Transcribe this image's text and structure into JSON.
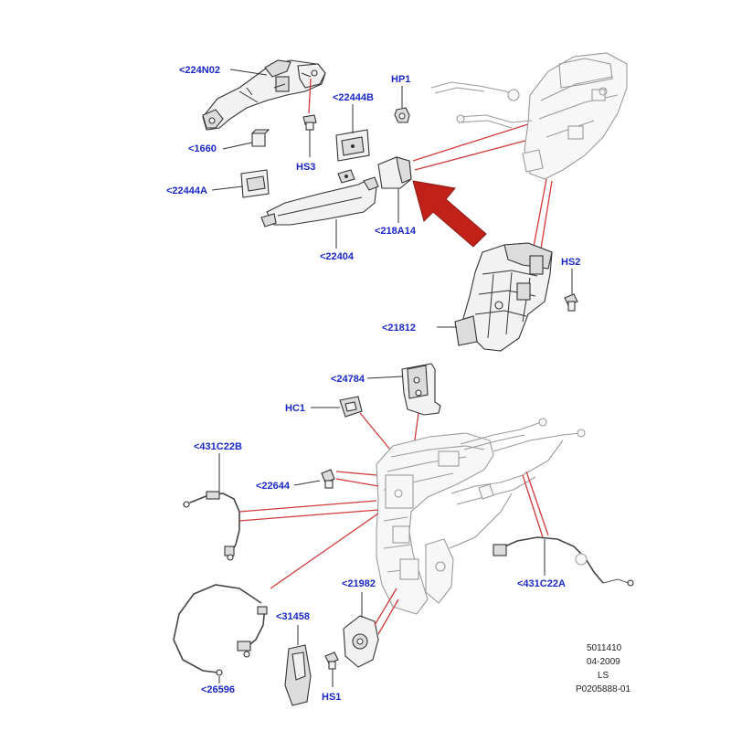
{
  "accent_colors": {
    "label": "#1a28c8",
    "callout_line": "#d23a3a",
    "arrow": "#c0221a"
  },
  "labels": {
    "l224n02": "<224N02",
    "hp1": "HP1",
    "l22444b": "<22444B",
    "l1660": "<1660",
    "hs3": "HS3",
    "l22444a": "<22444A",
    "l218a14": "<218A14",
    "l22404": "<22404",
    "hs2": "HS2",
    "l21812": "<21812",
    "l24784": "<24784",
    "hc1": "HC1",
    "l431c22b": "<431C22B",
    "l22644": "<22644",
    "l21982": "<21982",
    "l31458": "<31458",
    "l431c22a": "<431C22A",
    "l26596": "<26596",
    "hs1": "HS1"
  },
  "footer": {
    "line1": "5011410",
    "line2": "04-2009",
    "line3": "LS",
    "line4": "P0205888-01"
  },
  "icons": [
    "callout-arrow-icon"
  ]
}
